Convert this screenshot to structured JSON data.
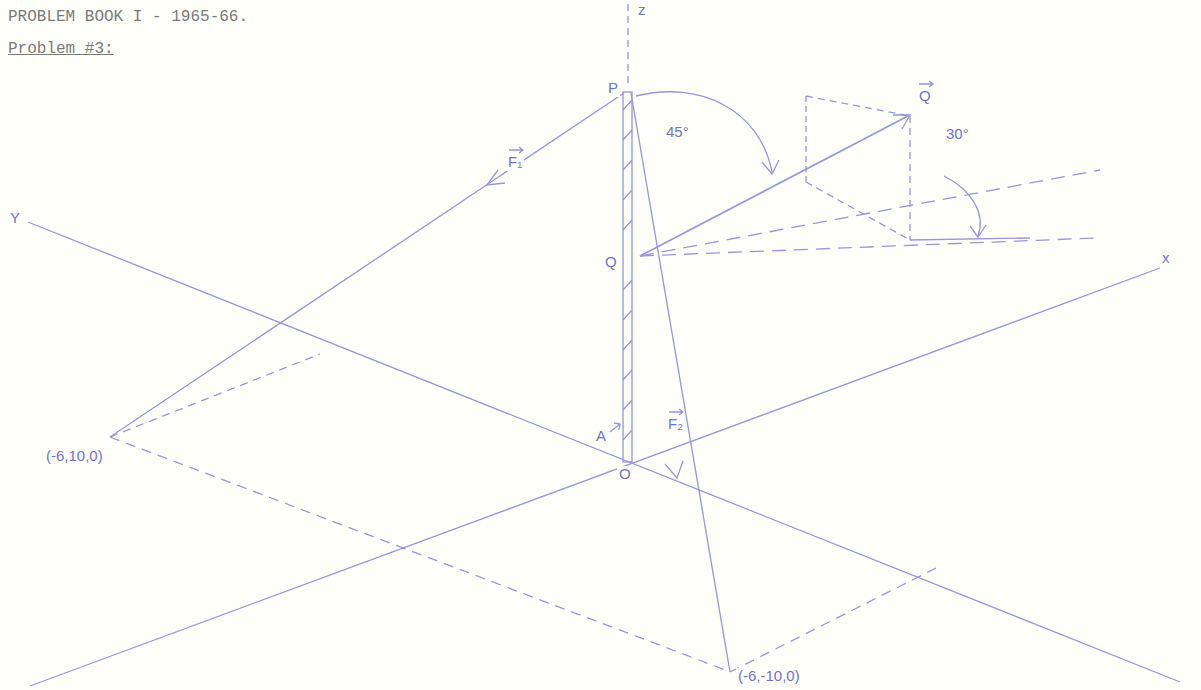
{
  "diagram": {
    "title": "PROBLEM BOOK I - 1965-66.",
    "labels": [
      "Problem #3:",
      "z",
      "P",
      "45°",
      "Q",
      "30°",
      "Y",
      "x",
      "F₁",
      "Q",
      "F₂",
      "A",
      "O",
      "(-6,10,0)",
      "(-6,-10,0)"
    ]
  }
}
